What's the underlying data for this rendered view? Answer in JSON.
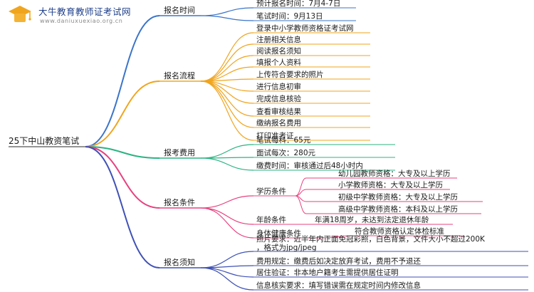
{
  "watermark": {
    "title": "大牛教育教师证考试网",
    "subtitle": "www.daniuxuexiao.org.cn",
    "logo_icon": "graduation-cap-book-icon"
  },
  "root": {
    "label": "25下中山教资笔试"
  },
  "colors": {
    "blue": "#3b74c9",
    "orange": "#f0a51e",
    "green": "#2bb383",
    "pink": "#e8417e",
    "indigo": "#3f51b5"
  },
  "branches": [
    {
      "label": "报名时间",
      "color": "blue",
      "items": [
        {
          "text": "预计报名时间：7月4-7日"
        },
        {
          "text": "笔试时间：9月13日"
        }
      ]
    },
    {
      "label": "报名流程",
      "color": "orange",
      "items": [
        {
          "text": "登录中小学教师资格证考试网"
        },
        {
          "text": "注册相关信息"
        },
        {
          "text": "阅读报名须知"
        },
        {
          "text": "填报个人资料"
        },
        {
          "text": "上传符合要求的照片"
        },
        {
          "text": "进行信息初审"
        },
        {
          "text": "完成信息核验"
        },
        {
          "text": "查看审核结果"
        },
        {
          "text": "缴纳报名费用"
        },
        {
          "text": "打印准考证"
        }
      ]
    },
    {
      "label": "报考费用",
      "color": "green",
      "items": [
        {
          "text": "笔试每科：65元"
        },
        {
          "text": "面试每次：280元"
        },
        {
          "text": "缴费时间：审核通过后48小时内"
        }
      ]
    },
    {
      "label": "报名条件",
      "color": "pink",
      "items": [
        {
          "text": "学历条件",
          "children": [
            "幼儿园教师资格：大专及以上学历",
            "小学教师资格：大专及以上学历",
            "初级中学教师资格：大专及以上学历",
            "高级中学教师资格：本科及以上学历"
          ]
        },
        {
          "text": "年龄条件",
          "children": [
            "年满18周岁，未达到法定退休年龄"
          ]
        },
        {
          "text": "身体健康条件",
          "children": [
            "符合教师资格认定体检标准"
          ]
        }
      ]
    },
    {
      "label": "报名须知",
      "color": "indigo",
      "items": [
        {
          "lines": [
            "照片要求：近半年内正面免冠彩照，白色背景，文件大小不超过200K",
            "，格式为jpg/jpeg"
          ]
        },
        {
          "text": "费用规定：缴费后如决定放弃考试，费用不予退还"
        },
        {
          "text": "居住验证：非本地户籍考生需提供居住证明"
        },
        {
          "text": "信息核实要求：填写错误需在规定时间内修改信息"
        }
      ]
    }
  ]
}
